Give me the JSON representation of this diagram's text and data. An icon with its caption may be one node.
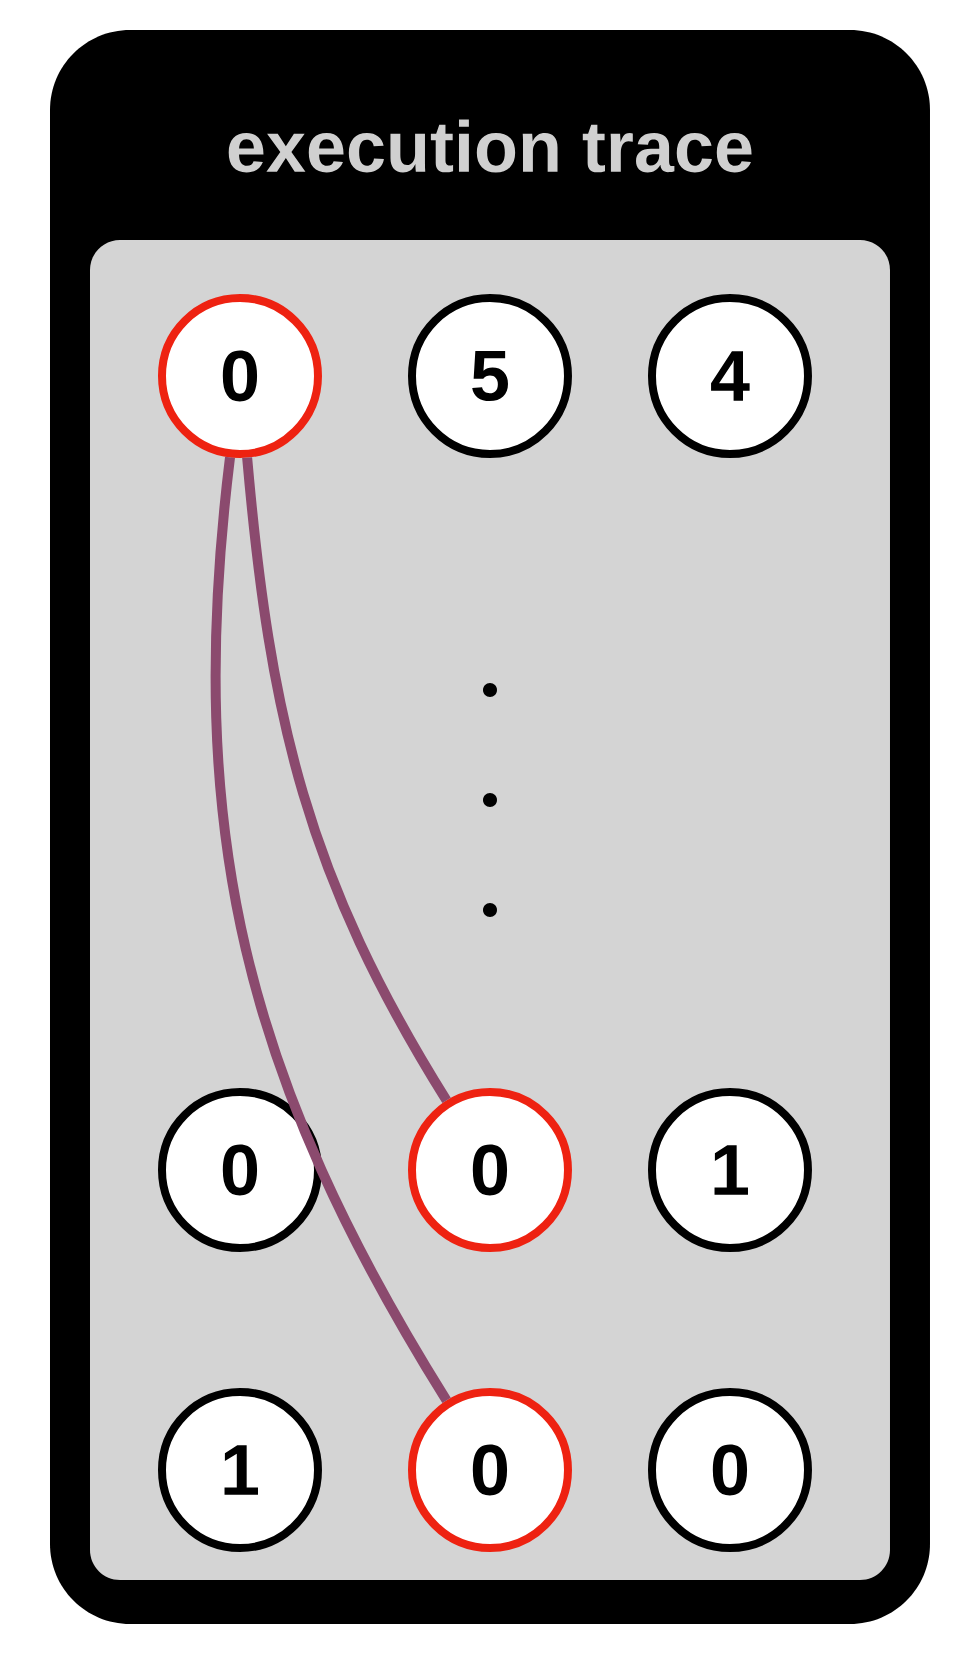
{
  "diagram": {
    "nodes": [
      {
        "text": [
          "execution trace"
        ]
      },
      {
        "text": [
          "0"
        ],
        "in": 0
      },
      {
        "text": [
          "5"
        ],
        "in": 0
      },
      {
        "text": [
          "4"
        ],
        "in": 0
      },
      {
        "text": [
          "0"
        ],
        "in": 0
      },
      {
        "text": [
          "0"
        ],
        "in": 0
      },
      {
        "text": [
          "1"
        ],
        "in": 0
      },
      {
        "text": [
          "1"
        ],
        "in": 0
      },
      {
        "text": [
          "0"
        ],
        "in": 0
      },
      {
        "text": [
          "0"
        ],
        "in": 0
      }
    ],
    "edges": [
      {
        "from": 1,
        "to": 5,
        "arrow": "none"
      },
      {
        "from": 1,
        "to": 8,
        "arrow": "none"
      }
    ]
  }
}
